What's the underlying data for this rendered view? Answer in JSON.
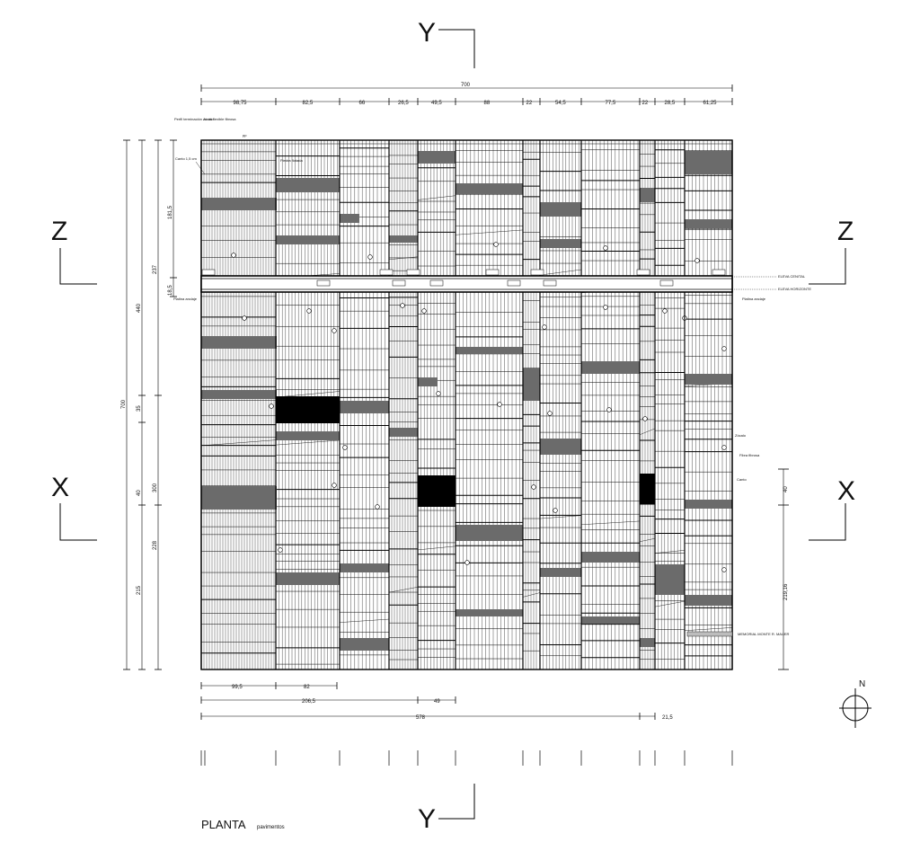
{
  "sections": {
    "y": "Y",
    "z": "Z",
    "x": "X"
  },
  "north": "N",
  "title": "PLANTA",
  "subtitle": "pavimentos",
  "dims_top": {
    "total": "700",
    "parts": [
      "98,75",
      "82,5",
      "66",
      "26,5",
      "49,5",
      "88",
      "22",
      "54,5",
      "77,5",
      "22",
      "28,5",
      "61,25"
    ]
  },
  "dims_left": {
    "total": "700",
    "second": [
      "440",
      "35",
      "40",
      "215"
    ],
    "third": [
      "237",
      "300",
      "228"
    ],
    "fourth": [
      "181,5",
      "18,5"
    ]
  },
  "dims_right": [
    "40",
    "219,16"
  ],
  "dims_bottom": {
    "row1": [
      "99,5",
      "82"
    ],
    "row2": [
      "206,5",
      "49"
    ],
    "row3": [
      "578",
      "21,5"
    ]
  },
  "notes": {
    "note_perfil": "Perfil terminación zócalo",
    "note_junta": "Junta flexible fibrosa",
    "note_pp": "pp",
    "note_canto": "Canto 1,5 cm",
    "note_piedra": "Piedra flotada",
    "note_platina": "Platina anclaje",
    "note_cenital": "ELEVA CENITAL",
    "note_horiz": "ELEVA HORIZONTE",
    "note_platina_r": "Platina anclaje",
    "note_zocalo": "Zócalo",
    "note_fibra": "Fibra fibrosa",
    "note_canto_r": "Canto",
    "note_memorial": "MEMORIAL MONTE R. MAUER"
  },
  "colors": {
    "line": "#000000",
    "fill_dark": "#6b6b6b",
    "fill_black": "#000000",
    "fill_light": "#bdbdbd"
  }
}
